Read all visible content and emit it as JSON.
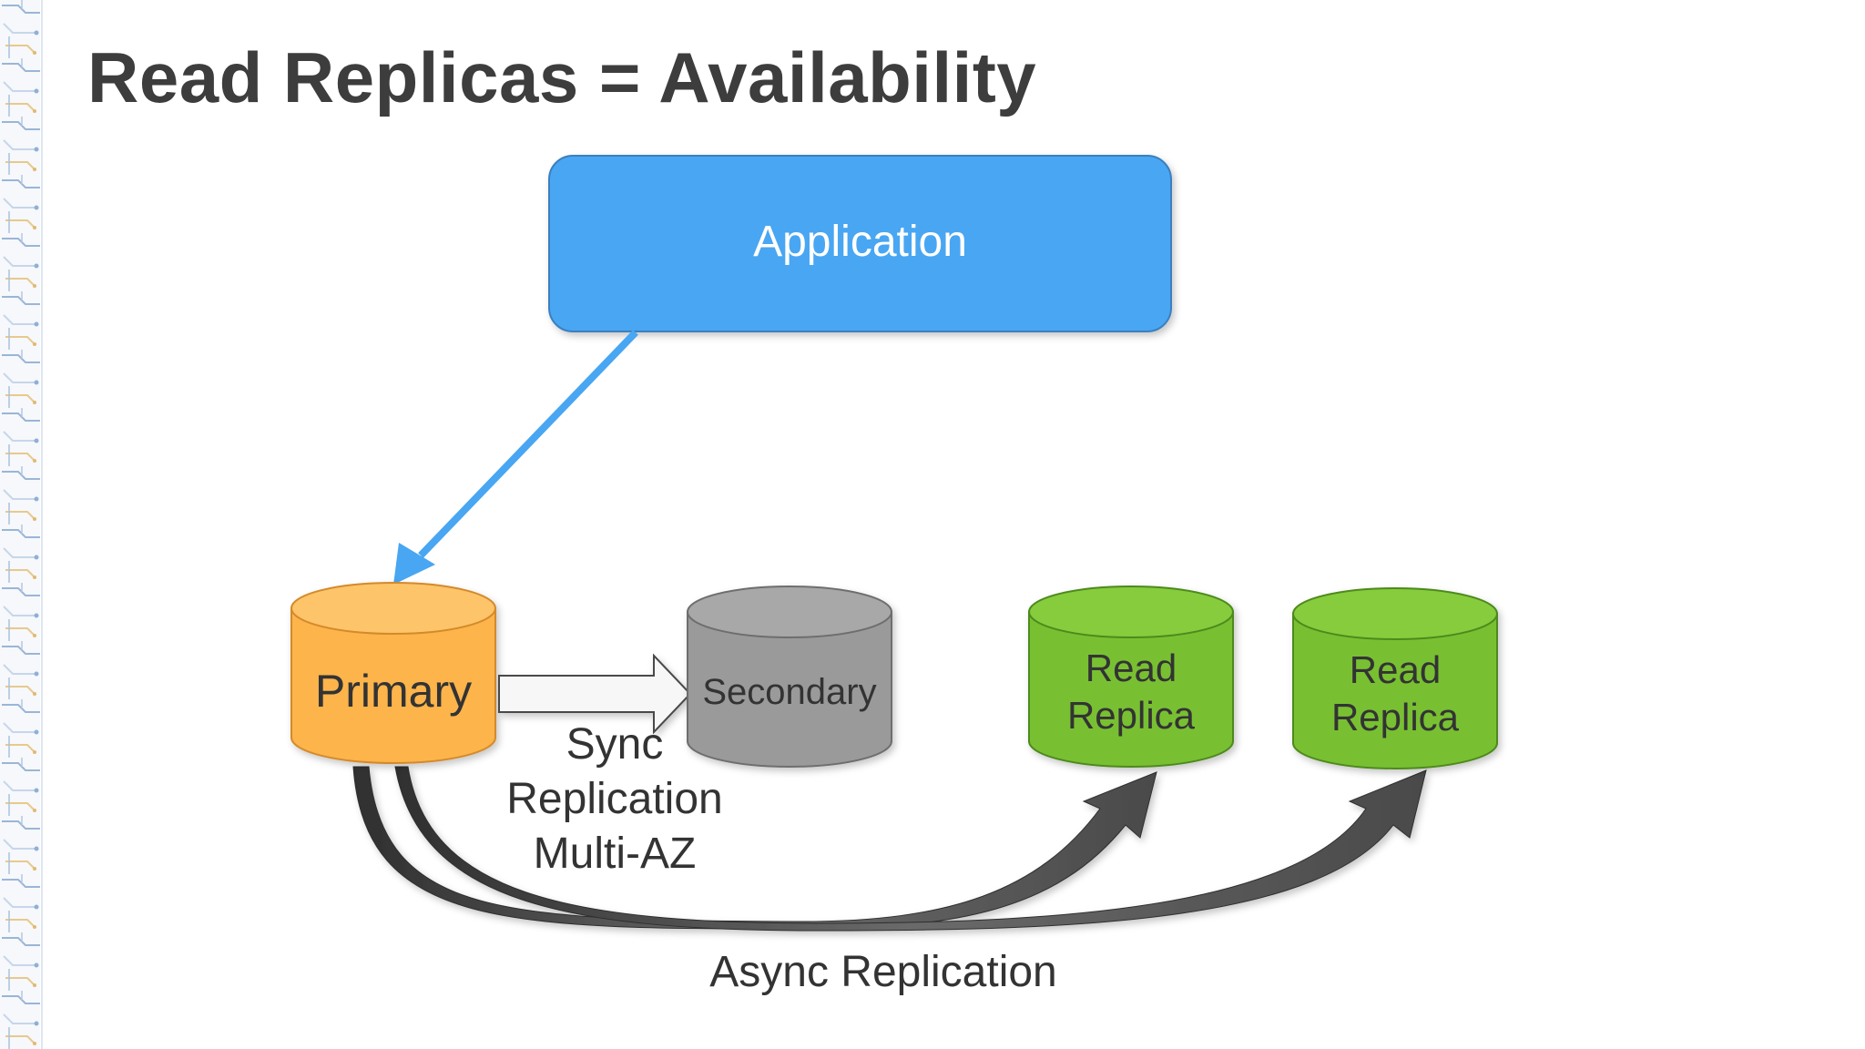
{
  "title": "Read Replicas = Availability",
  "nodes": {
    "application": {
      "label": "Application",
      "color": "#48a6f2"
    },
    "primary": {
      "label": "Primary",
      "color": "#fcb44c"
    },
    "secondary": {
      "label": "Secondary",
      "color": "#9a9a9a"
    },
    "replica_1": {
      "line1": "Read",
      "line2": "Replica",
      "color": "#78c032"
    },
    "replica_2": {
      "line1": "Read",
      "line2": "Replica",
      "color": "#78c032"
    }
  },
  "edges": {
    "sync": {
      "line1": "Sync",
      "line2": "Replication",
      "line3": "Multi-AZ"
    },
    "async": {
      "label": "Async Replication"
    }
  },
  "colors": {
    "title_text": "#3d3d3d",
    "label_text": "#333333",
    "app_arrow": "#48a6f2",
    "async_arrow": "#4a4a4a"
  }
}
